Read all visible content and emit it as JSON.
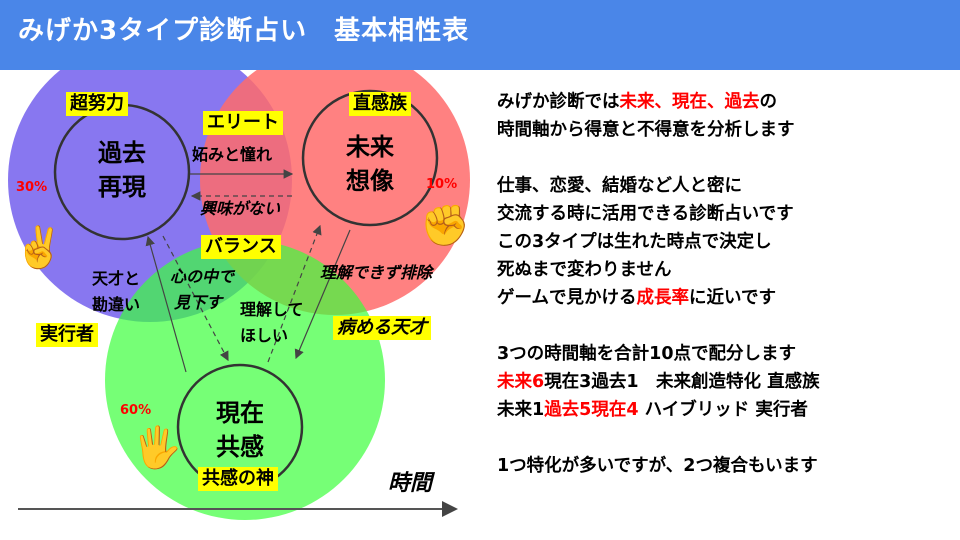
{
  "header": {
    "title": "みげか3タイプ診断占い　基本相性表"
  },
  "colors": {
    "header": "#4a86e8",
    "past_circle": "#7b68ee",
    "future_circle": "#ff6b6b",
    "present_circle": "#3cff3c",
    "highlight": "#ffff00",
    "accent": "#ff0000"
  },
  "past": {
    "tag": "超努力",
    "core_line1": "過去",
    "core_line2": "再現",
    "percent": "30%",
    "icon": "peace-hand-icon",
    "lower_tag": "実行者"
  },
  "future": {
    "tag": "直感族",
    "core_line1": "未来",
    "core_line2": "想像",
    "percent": "10%",
    "icon": "fist-icon",
    "lower_tag": "病める天才"
  },
  "present": {
    "core_line1": "現在",
    "core_line2": "共感",
    "percent": "60%",
    "icon": "open-hand-icon",
    "tag": "共感の神"
  },
  "relations": {
    "elite": "エリート",
    "envy": "妬みと憧れ",
    "no_interest": "興味がない",
    "balance": "バランス",
    "misunderstood_genius_1": "天才と",
    "misunderstood_genius_2": "勘違い",
    "look_down_1": "心の中で",
    "look_down_2": "見下す",
    "want_understanding_1": "理解して",
    "want_understanding_2": "ほしい",
    "reject": "理解できず排除"
  },
  "time_axis": {
    "label": "時間"
  },
  "explanation": {
    "p1_a": "みげか診断では",
    "p1_red": "未来、現在、過去",
    "p1_b": "の",
    "p1_line2": "時間軸から得意と不得意を分析します",
    "p2_line1": "仕事、恋愛、結婚など人と密に",
    "p2_line2": "交流する時に活用できる診断占いです",
    "p2_line3": "この3タイプは生れた時点で決定し",
    "p2_line4": "死ぬまで変わりません",
    "p2_line5_a": "ゲームで見かける",
    "p2_line5_red": "成長率",
    "p2_line5_b": "に近いです",
    "p3_line1": "3つの時間軸を合計10点で配分します",
    "p3_line2_red": "未来6",
    "p3_line2_rest": "現在3過去1　未来創造特化 直感族",
    "p3_line3_a": "未来1",
    "p3_line3_red": "過去5現在4",
    "p3_line3_rest": "  ハイブリッド 実行者",
    "p4_line1": "1つ特化が多いですが、2つ複合もいます"
  }
}
